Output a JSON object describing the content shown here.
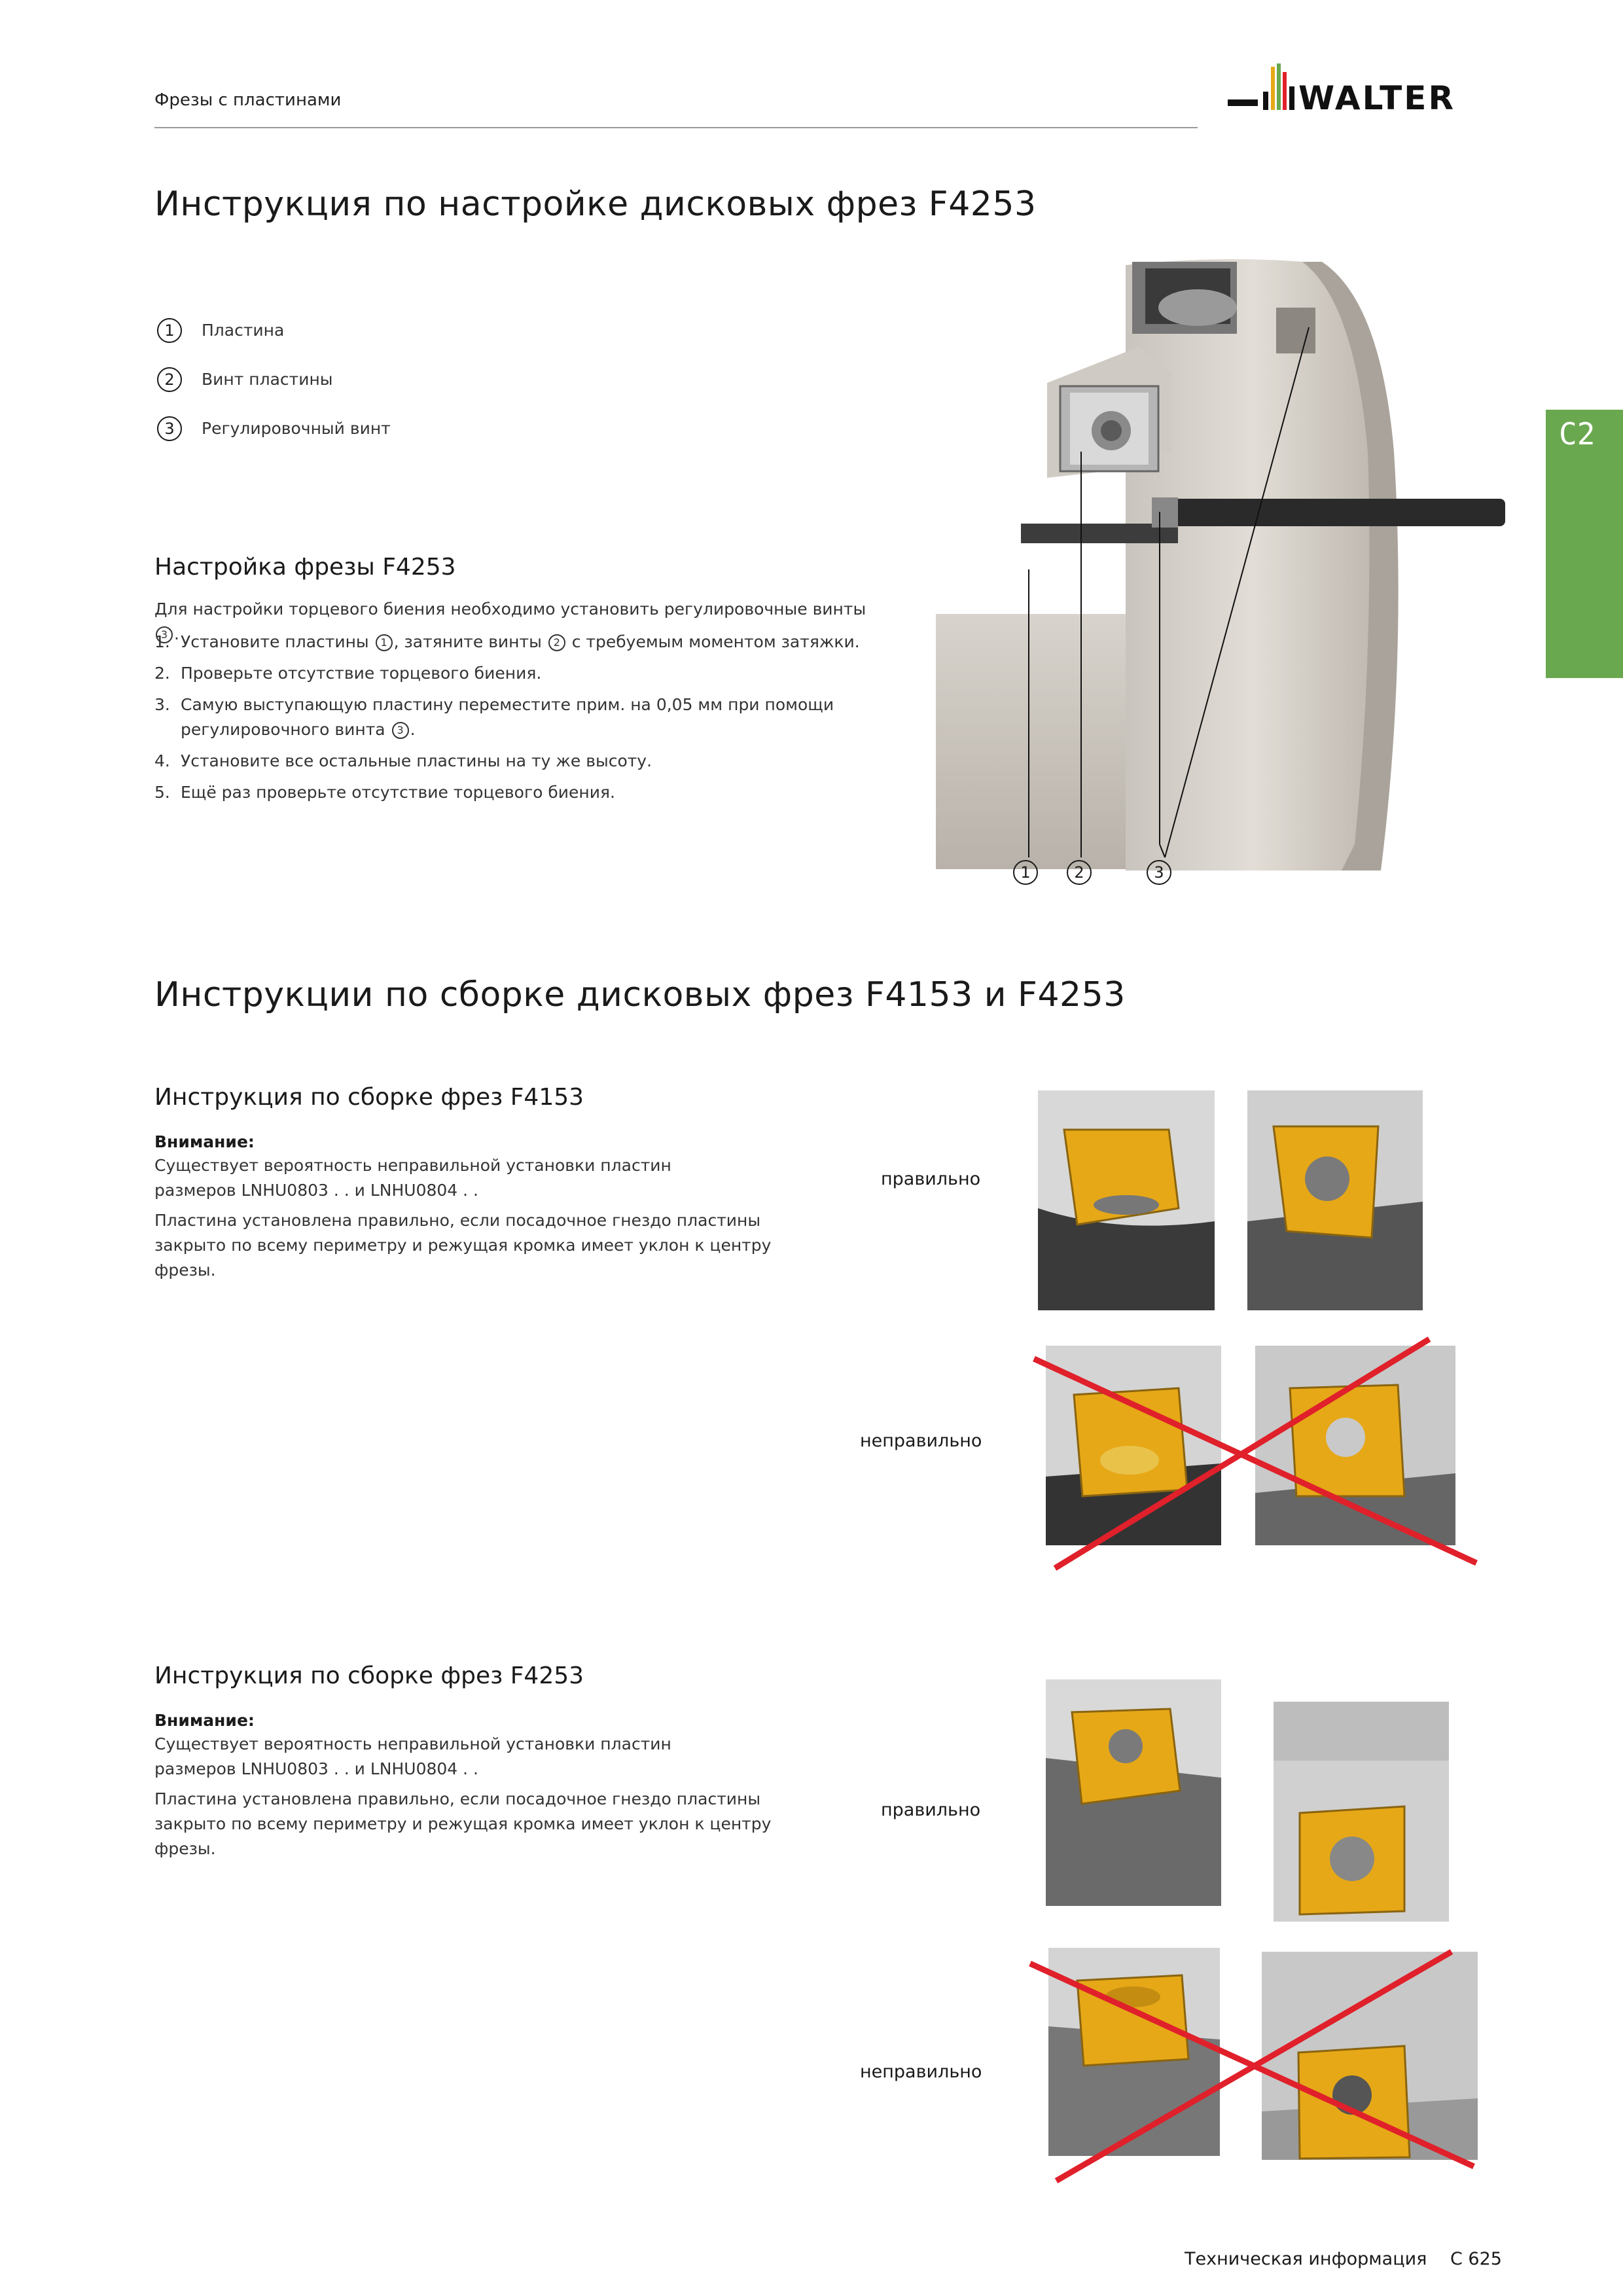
{
  "header": {
    "section_title": "Фрезы с пластинами",
    "logo_text": "WALTER"
  },
  "side_tab": {
    "label": "C2"
  },
  "section1": {
    "title": "Инструкция по настройке дисковых фрез F4253",
    "legend": [
      {
        "num": "1",
        "label": "Пластина"
      },
      {
        "num": "2",
        "label": "Винт пластины"
      },
      {
        "num": "3",
        "label": "Регулировочный винт"
      }
    ],
    "subtitle": "Настройка фрезы F4253",
    "intro_prefix": "Для настройки торцевого биения необходимо установить регулировочные винты",
    "intro_ref": "3",
    "steps": [
      {
        "num": "1.",
        "parts": [
          "Установите пластины ",
          "1",
          ", затяните винты ",
          "2",
          " с требуемым моментом затяжки."
        ]
      },
      {
        "num": "2.",
        "text": "Проверьте отсутствие торцевого биения."
      },
      {
        "num": "3.",
        "text": "Самую выступающую пластину переместите прим. на 0,05 мм при помощи регулировочного винта",
        "ref": "3"
      },
      {
        "num": "4.",
        "text": "Установите все остальные пластины на ту же высоту."
      },
      {
        "num": "5.",
        "text": "Ещё раз проверьте отсутствие торцевого биения."
      }
    ],
    "callouts": [
      "1",
      "2",
      "3"
    ]
  },
  "section2": {
    "title": "Инструкции по сборке дисковых фрез F4153 и F4253",
    "blocks": [
      {
        "subtitle": "Инструкция по сборке фрез F4153",
        "attention": "Внимание:",
        "para1": "Существует вероятность неправильной установки пластин размеров LNHU0803 . . и LNHU0804 . .",
        "para2": "Пластина установлена правильно, если посадочное гнездо пластины закрыто по всему периметру и режущая кромка имеет уклон к центру фрезы.",
        "correct_label": "правильно",
        "wrong_label": "неправильно"
      },
      {
        "subtitle": "Инструкция по сборке фрез F4253",
        "attention": "Внимание:",
        "para1": "Существует вероятность неправильной установки пластин размеров LNHU0803 . . и LNHU0804 . .",
        "para2": "Пластина установлена правильно, если посадочное гнездо пластины закрыто по всему периметру и режущая кромка имеет уклон к центру фрезы.",
        "correct_label": "правильно",
        "wrong_label": "неправильно"
      }
    ]
  },
  "footer": {
    "section": "Техническая информация",
    "page": "C 625"
  },
  "colors": {
    "accent_green": "#6aa84f",
    "insert_gold": "#e6a817",
    "cross_red": "#e0202a"
  }
}
